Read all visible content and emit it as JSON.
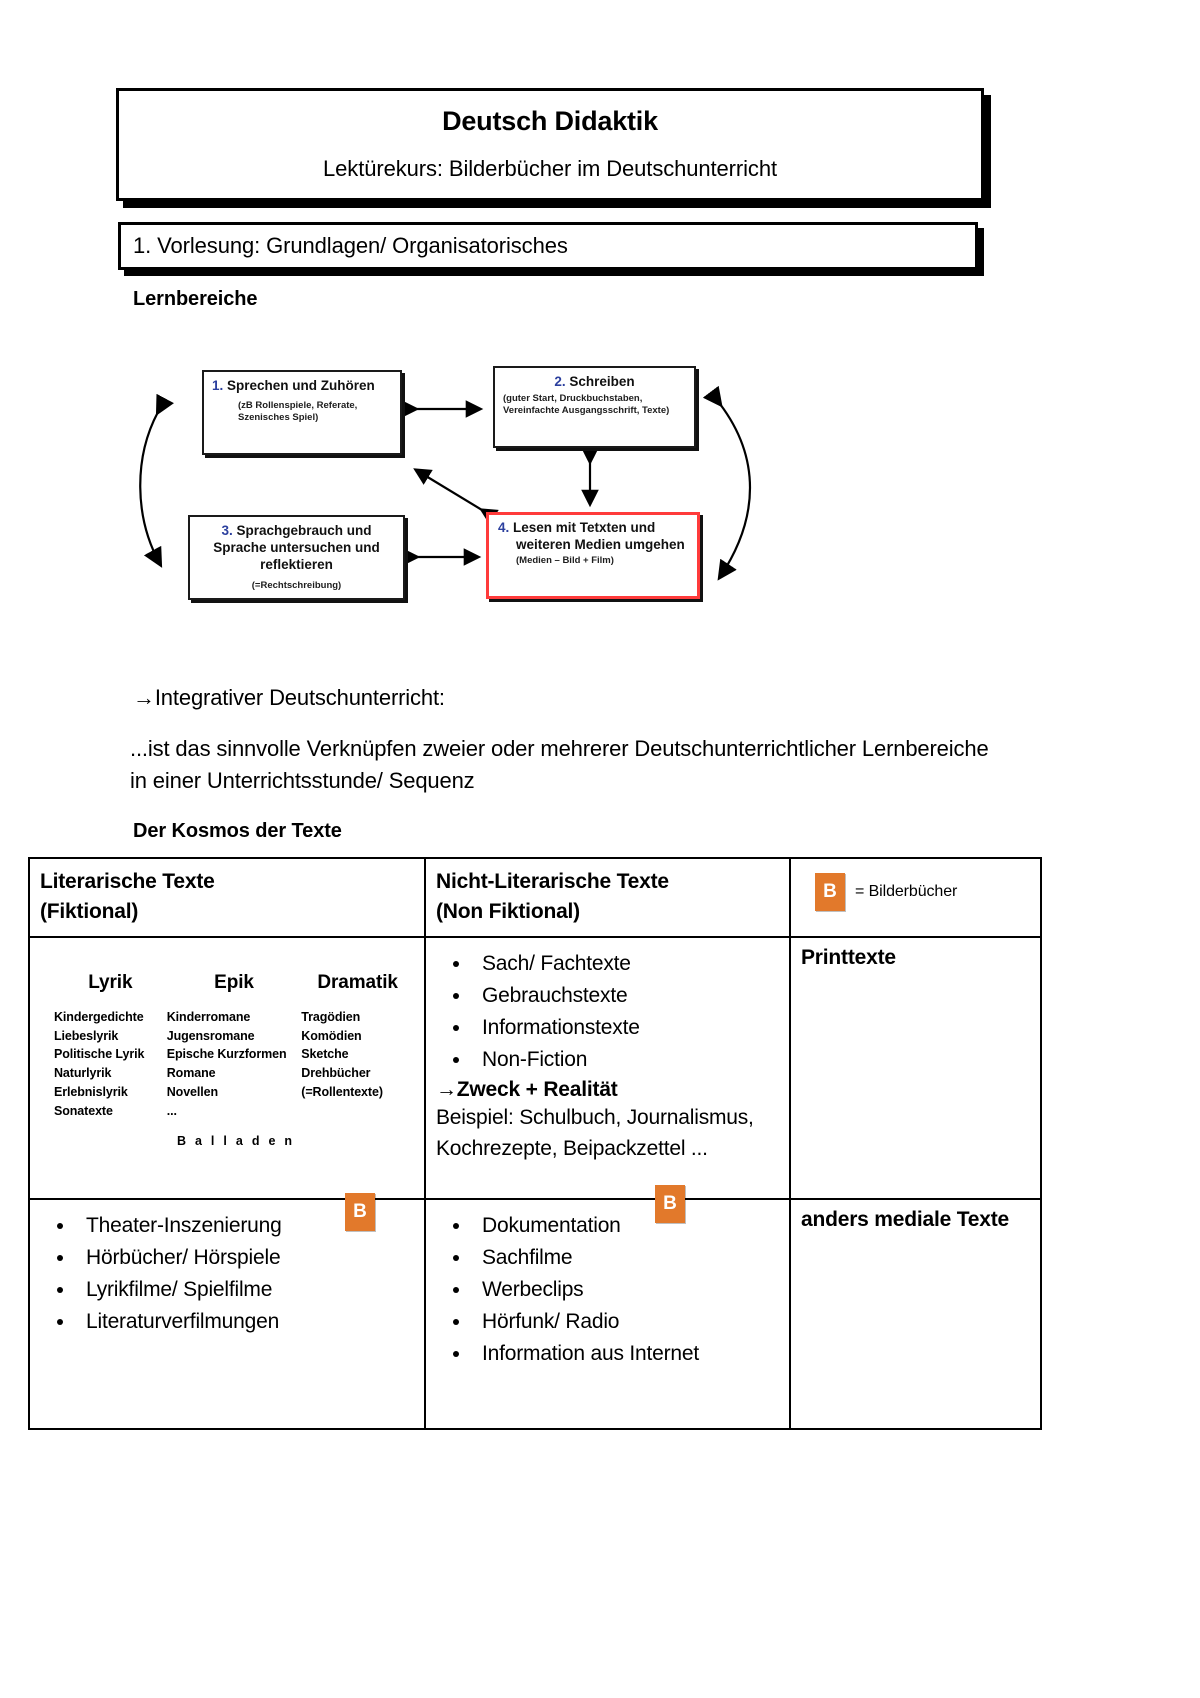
{
  "header": {
    "title": "Deutsch Didaktik",
    "subtitle": "Lektürekurs: Bilderbücher im Deutschunterricht",
    "lecture": "1. Vorlesung: Grundlagen/ Organisatorisches"
  },
  "sections": {
    "lernbereiche_label": "Lernbereiche",
    "kosmos_label": "Der Kosmos der Texte"
  },
  "diagram": {
    "boxes": [
      {
        "num": "1.",
        "title": "Sprechen und Zuhören",
        "sub": "(zB Rollenspiele, Referate, Szenisches Spiel)"
      },
      {
        "num": "2.",
        "title": "Schreiben",
        "sub": "(guter Start, Druckbuchstaben, Vereinfachte Ausgangsschrift, Texte)"
      },
      {
        "num": "3.",
        "title": "Sprachgebrauch und Sprache untersuchen und reflektieren",
        "sub": "(=Rechtschreibung)"
      },
      {
        "num": "4.",
        "title_line1": "Lesen mit Tetxten und",
        "title_line2": "weiteren Medien umgehen",
        "sub": "(Medien – Bild + Film)"
      }
    ]
  },
  "integrativ": {
    "heading": "→Integrativer Deutschunterricht:",
    "body": "...ist das sinnvolle Verknüpfen zweier oder mehrerer Deutschunterrichtlicher Lernbereiche in einer Unterrichtsstunde/ Sequenz"
  },
  "table": {
    "headers": {
      "col1_line1": "Literarische Texte",
      "col1_line2": "(Fiktional)",
      "col2_line1": "Nicht-Literarische Texte",
      "col2_line2": "(Non Fiktional)",
      "legend_badge": "B",
      "legend_text": "= Bilderbücher"
    },
    "row_print": {
      "genres": [
        {
          "name": "Lyrik",
          "items": "Kindergedichte\nLiebeslyrik\nPolitische Lyrik\nNaturlyrik\nErlebnislyrik\nSonatexte"
        },
        {
          "name": "Epik",
          "items": "Kinderromane\nJugensromane\nEpische Kurzformen\nRomane\nNovellen\n..."
        },
        {
          "name": "Dramatik",
          "items": "Tragödien\nKomödien\nSketche\nDrehbücher\n(=Rollentexte)"
        }
      ],
      "balladen": "Balladen",
      "nonfiction_bullets": [
        "Sach/ Fachtexte",
        "Gebrauchstexte",
        "Informationstexte",
        "Non-Fiction"
      ],
      "nonfiction_lead": "→Zweck + Realität",
      "nonfiction_example": "Beispiel: Schulbuch, Journalismus, Kochrezepte, Beipackzettel ...",
      "col3": "Printtexte"
    },
    "row_media": {
      "literary_bullets": [
        "Theater-Inszenierung",
        "Hörbücher/ Hörspiele",
        "Lyrikfilme/ Spielfilme",
        "Literaturverfilmungen"
      ],
      "nonliterary_bullets": [
        "Dokumentation",
        "Sachfilme",
        "Werbeclips",
        "Hörfunk/ Radio",
        "Information aus Internet"
      ],
      "col3": "anders mediale Texte"
    },
    "badges": {
      "literary": "B",
      "nonliterary": "B"
    }
  },
  "colors": {
    "badge_orange": "#e2792b",
    "highlight_red": "#ff3b3b",
    "number_blue": "#2b3f9e"
  }
}
